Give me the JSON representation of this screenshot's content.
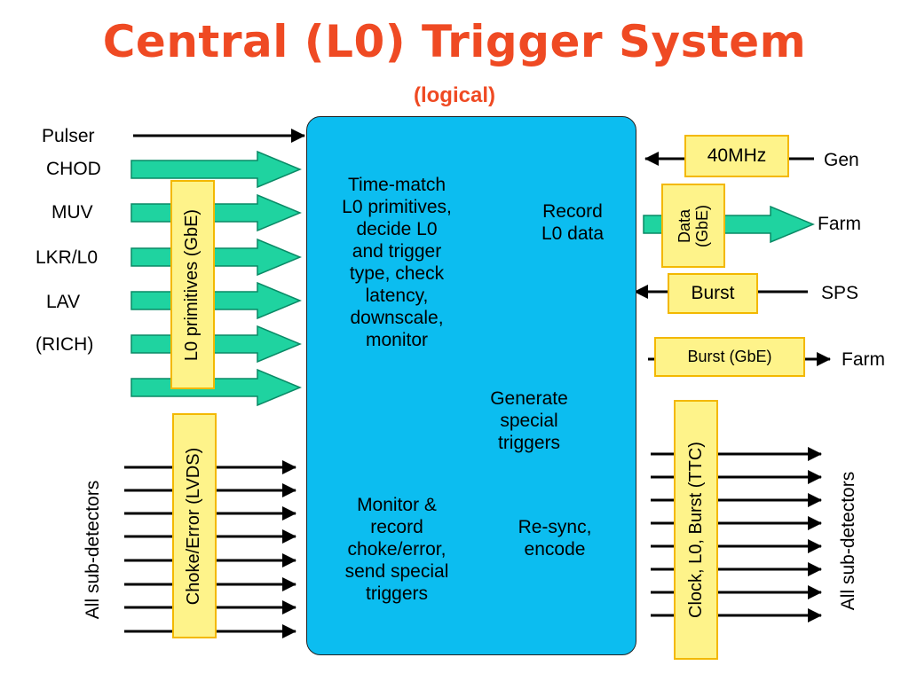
{
  "title": "Central (L0) Trigger System",
  "subtitle": "(logical)",
  "colors": {
    "title": "#ef4a23",
    "main_box": "#0cbdf0",
    "green_arrow": "#1fd3a0",
    "label_box_fill": "#fef38a",
    "label_box_border": "#f3b800"
  },
  "left_inputs": {
    "pulser": "Pulser",
    "chod": "CHOD",
    "muv": "MUV",
    "lkr": "LKR/L0",
    "lav": "LAV",
    "rich": "(RICH)"
  },
  "left_boxes": {
    "primitives": "L0 primitives (GbE)",
    "choke": "Choke/Error (LVDS)",
    "all_sub_left": "All sub-detectors"
  },
  "main": {
    "timematch": [
      "Time-match",
      "L0 primitives,",
      "decide L0",
      "and trigger",
      "type, check",
      "latency,",
      "downscale,",
      "monitor"
    ],
    "record": [
      "Record",
      "L0 data"
    ],
    "generate": [
      "Generate",
      "special",
      "triggers"
    ],
    "monitor": [
      "Monitor &",
      "record",
      "choke/error,",
      "send special",
      "triggers"
    ],
    "resync": [
      "Re-sync,",
      "encode"
    ]
  },
  "right": {
    "clock_box": "40MHz",
    "gen": "Gen",
    "data_box": [
      "Data",
      "(GbE)"
    ],
    "farm1": "Farm",
    "burst_box": "Burst",
    "sps": "SPS",
    "burst_gbe_box": "Burst  (GbE)",
    "farm2": "Farm",
    "ttc_box": "Clock, L0, Burst  (TTC)",
    "all_sub_right": "All sub-detectors"
  }
}
